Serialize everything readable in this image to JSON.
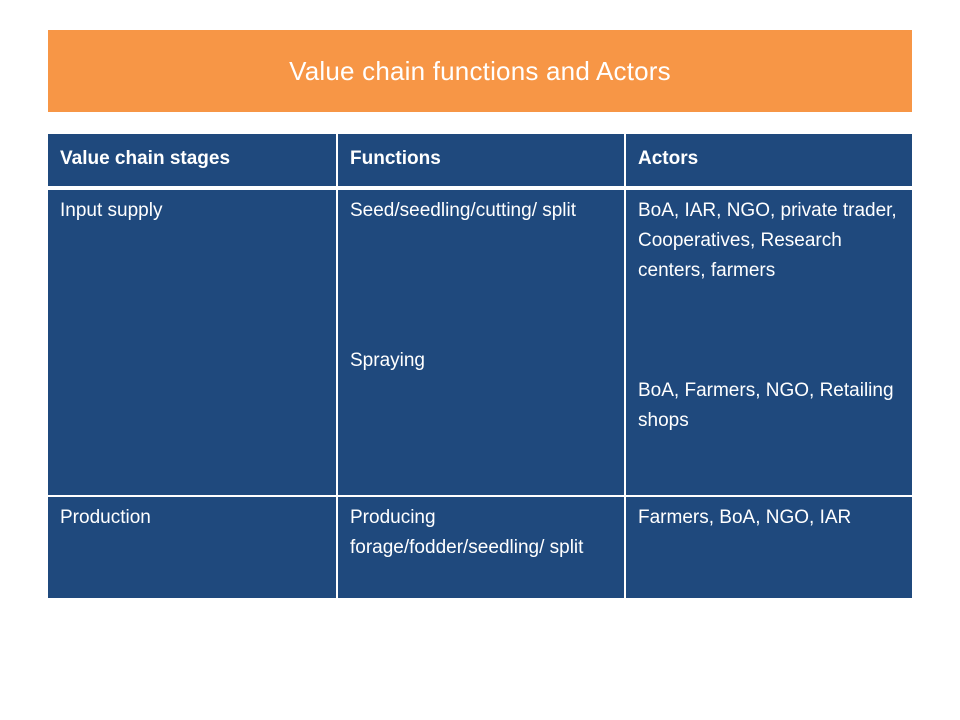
{
  "colors": {
    "title_band": "#f79646",
    "table_fill": "#1f497d",
    "text": "#ffffff"
  },
  "title": "Value chain functions and Actors",
  "table": {
    "headers": [
      "Value chain stages",
      "Functions",
      "Actors"
    ],
    "rows": [
      {
        "stage": "Input supply",
        "functions": [
          "Seed/seedling/cutting/ split",
          "Spraying"
        ],
        "actors": [
          "BoA, IAR, NGO, private trader, Cooperatives, Research centers, farmers",
          "BoA, Farmers, NGO, Retailing shops"
        ]
      },
      {
        "stage": "Production",
        "functions": [
          "Producing forage/fodder/seedling/ split"
        ],
        "actors": [
          "Farmers, BoA, NGO, IAR"
        ]
      }
    ]
  }
}
